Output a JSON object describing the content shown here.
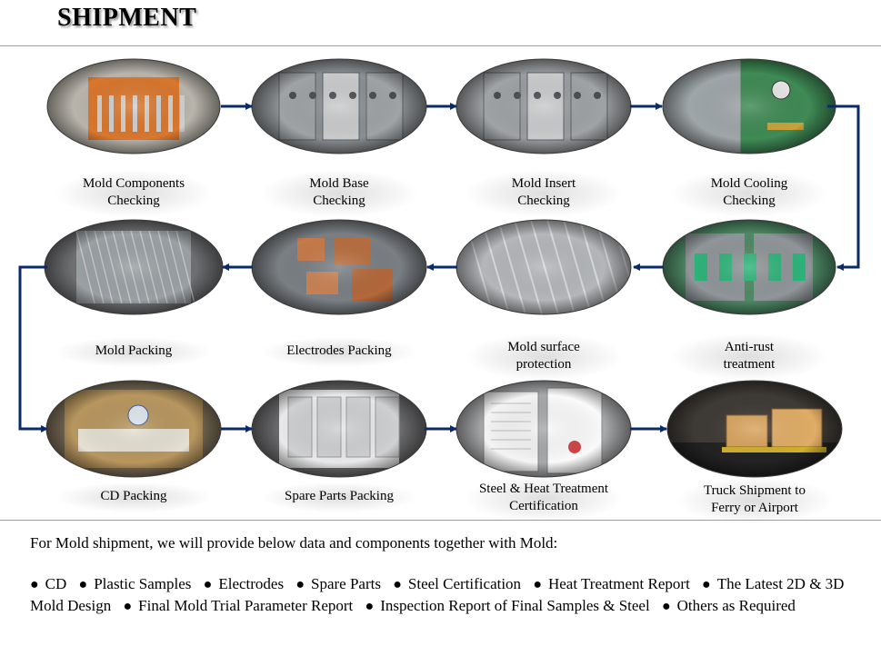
{
  "title": "SHIPMENT",
  "steps": [
    {
      "label": "Mold Components\nChecking"
    },
    {
      "label": "Mold Base\nChecking"
    },
    {
      "label": "Mold Insert\nChecking"
    },
    {
      "label": "Mold Cooling\nChecking"
    },
    {
      "label": "Anti-rust\ntreatment"
    },
    {
      "label": "Mold surface\nprotection"
    },
    {
      "label": "Electrodes Packing"
    },
    {
      "label": "Mold Packing"
    },
    {
      "label": "CD Packing"
    },
    {
      "label": "Spare Parts Packing"
    },
    {
      "label": "Steel & Heat Treatment\nCertification"
    },
    {
      "label": "Truck Shipment to\nFerry or Airport"
    }
  ],
  "intro": "For Mold shipment, we will provide below data and components together with Mold:",
  "items": [
    "CD",
    "Plastic Samples",
    "Electrodes",
    "Spare Parts",
    "Steel Certification",
    "Heat Treatment Report",
    "The Latest 2D & 3D Mold Design",
    "Final Mold Trial Parameter Report",
    "Inspection Report of Final Samples & Steel",
    "Others as Required"
  ],
  "colors": {
    "arrow": "#0c2a6a",
    "rule": "#9e9e9e"
  },
  "photos": [
    {
      "bg": "#b9b4ab",
      "icon": "components"
    },
    {
      "bg": "#8a8f93",
      "icon": "mold-base"
    },
    {
      "bg": "#9a9da0",
      "icon": "mold-insert"
    },
    {
      "bg": "#6f8f74",
      "icon": "cooling"
    },
    {
      "bg": "#4f8a66",
      "icon": "anti-rust"
    },
    {
      "bg": "#b4b7ba",
      "icon": "surface"
    },
    {
      "bg": "#7a7f84",
      "icon": "electrodes"
    },
    {
      "bg": "#6e6f71",
      "icon": "mold-packing"
    },
    {
      "bg": "#7c6e58",
      "icon": "cd-box"
    },
    {
      "bg": "#6b6b6d",
      "icon": "spare-parts"
    },
    {
      "bg": "#a8a9ab",
      "icon": "certificates"
    },
    {
      "bg": "#3f3a35",
      "icon": "truck-crates"
    }
  ]
}
